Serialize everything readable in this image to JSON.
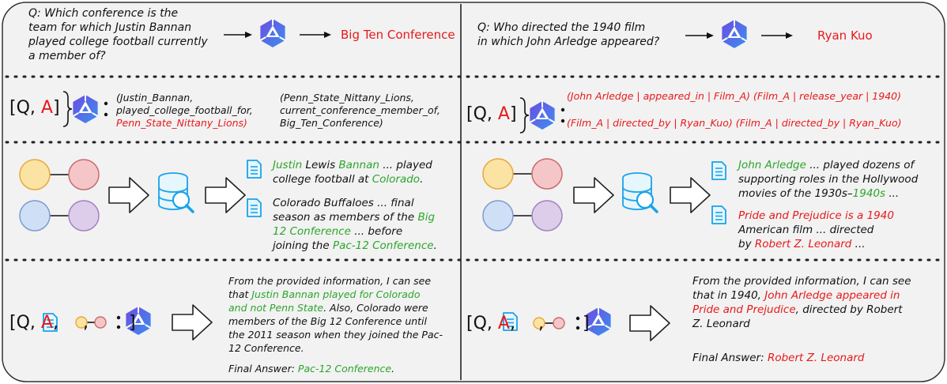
{
  "left": {
    "question_lines": [
      "Q: Which conference is the",
      "team for which Justin Bannan",
      "played college football currently",
      "a member of?"
    ],
    "answer": "Big Ten Conference",
    "qa_label": {
      "q": "Q",
      "comma": ", ",
      "a": "A"
    },
    "triple1": [
      "(Justin_Bannan,",
      "played_college_football_for,",
      "Penn_State_Nittany_Lions)"
    ],
    "triple2": [
      "(Penn_State_Nittany_Lions,",
      "current_conference_member_of,",
      "Big_Ten_Conference)"
    ],
    "doc1": [
      [
        {
          "t": "Justin",
          "c": "green"
        },
        {
          "t": " Lewis ",
          "c": ""
        },
        {
          "t": "Bannan",
          "c": "green"
        },
        {
          "t": " ... played",
          "c": ""
        }
      ],
      [
        {
          "t": "college football at ",
          "c": ""
        },
        {
          "t": "Colorado",
          "c": "green"
        },
        {
          "t": ".",
          "c": ""
        }
      ]
    ],
    "doc2": [
      [
        {
          "t": "Colorado Buffaloes ... final",
          "c": ""
        }
      ],
      [
        {
          "t": "season as members of the ",
          "c": ""
        },
        {
          "t": "Big",
          "c": "green"
        }
      ],
      [
        {
          "t": "12 Conference",
          "c": "green"
        },
        {
          "t": " ... before",
          "c": ""
        }
      ],
      [
        {
          "t": "joining the ",
          "c": ""
        },
        {
          "t": "Pac-12 Conference",
          "c": "green"
        },
        {
          "t": ".",
          "c": ""
        }
      ]
    ],
    "reasoning": [
      [
        {
          "t": "From the provided information, I can see",
          "c": ""
        }
      ],
      [
        {
          "t": "that ",
          "c": ""
        },
        {
          "t": "Justin Bannan played for Colorado",
          "c": "green"
        }
      ],
      [
        {
          "t": "and not Penn State",
          "c": "green"
        },
        {
          "t": ". Also, Colorado were",
          "c": ""
        }
      ],
      [
        {
          "t": "members of the Big 12 Conference until",
          "c": ""
        }
      ],
      [
        {
          "t": "the 2011 season when they joined the Pac-",
          "c": ""
        }
      ],
      [
        {
          "t": "12 Conference.",
          "c": ""
        }
      ]
    ],
    "final_label": "Final Answer: ",
    "final_answer": "Pac-12 Conference",
    "final_suffix": "."
  },
  "right": {
    "question_lines": [
      "Q: Who directed the 1940 film",
      "in which John Arledge appeared?"
    ],
    "answer": "Ryan Kuo",
    "triple_line1": "(John Arledge | appeared_in | Film_A) (Film_A | release_year | 1940)",
    "triple_line2": "(Film_A | directed_by | Ryan_Kuo) (Film_A | directed_by | Ryan_Kuo)",
    "doc1": [
      [
        {
          "t": "John Arledge",
          "c": "green"
        },
        {
          "t": " ... played dozens of",
          "c": ""
        }
      ],
      [
        {
          "t": "supporting roles in the Hollywood",
          "c": ""
        }
      ],
      [
        {
          "t": "movies of the 1930s–",
          "c": ""
        },
        {
          "t": "1940s",
          "c": "green"
        },
        {
          "t": " ...",
          "c": ""
        }
      ]
    ],
    "doc2": [
      [
        {
          "t": "Pride and Prejudice is a 1940",
          "c": "red"
        }
      ],
      [
        {
          "t": "American film ... directed",
          "c": ""
        }
      ],
      [
        {
          "t": "by ",
          "c": ""
        },
        {
          "t": "Robert Z. Leonard",
          "c": "red"
        },
        {
          "t": " ...",
          "c": ""
        }
      ]
    ],
    "reasoning": [
      [
        {
          "t": "From the provided information, I can see",
          "c": ""
        }
      ],
      [
        {
          "t": "that in  1940, ",
          "c": ""
        },
        {
          "t": "John Arledge appeared in",
          "c": "red"
        }
      ],
      [
        {
          "t": "Pride and Prejudice",
          "c": "red"
        },
        {
          "t": ", directed by Robert",
          "c": ""
        }
      ],
      [
        {
          "t": "Z. Leonard",
          "c": ""
        }
      ]
    ],
    "final_label": "Final Answer: ",
    "final_answer": "Robert Z. Leonard"
  },
  "colors": {
    "red": "#e8191b",
    "green": "#2ca52c",
    "border": "#333333",
    "panel_bg": "#f2f2f2",
    "llm_icon": "#5a5ee0",
    "doc_icon": "#1aa3e8"
  }
}
